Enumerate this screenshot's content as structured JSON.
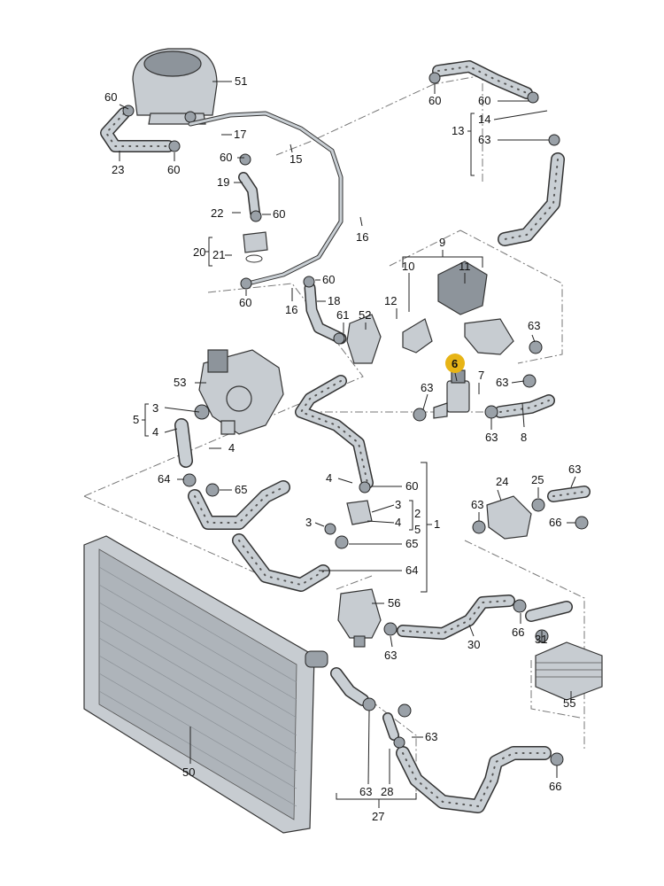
{
  "labels": [
    {
      "id": "p51",
      "text": "51"
    },
    {
      "id": "p60a",
      "text": "60"
    },
    {
      "id": "p23",
      "text": "23"
    },
    {
      "id": "p60b",
      "text": "60"
    },
    {
      "id": "p17",
      "text": "17"
    },
    {
      "id": "p60c",
      "text": "60"
    },
    {
      "id": "p15",
      "text": "15"
    },
    {
      "id": "p19",
      "text": "19"
    },
    {
      "id": "p22",
      "text": "22"
    },
    {
      "id": "p60d",
      "text": "60"
    },
    {
      "id": "p16a",
      "text": "16"
    },
    {
      "id": "p20",
      "text": "20"
    },
    {
      "id": "p21",
      "text": "21"
    },
    {
      "id": "p60e",
      "text": "60"
    },
    {
      "id": "p60f",
      "text": "60"
    },
    {
      "id": "p18",
      "text": "18"
    },
    {
      "id": "p16b",
      "text": "16"
    },
    {
      "id": "p61",
      "text": "61"
    },
    {
      "id": "p52",
      "text": "52"
    },
    {
      "id": "p60g",
      "text": "60"
    },
    {
      "id": "p60h",
      "text": "60"
    },
    {
      "id": "p14",
      "text": "14"
    },
    {
      "id": "p13",
      "text": "13"
    },
    {
      "id": "p63a",
      "text": "63"
    },
    {
      "id": "p9",
      "text": "9"
    },
    {
      "id": "p10",
      "text": "10"
    },
    {
      "id": "p11",
      "text": "11"
    },
    {
      "id": "p12",
      "text": "12"
    },
    {
      "id": "p63b",
      "text": "63"
    },
    {
      "id": "p6",
      "text": "6"
    },
    {
      "id": "p7",
      "text": "7"
    },
    {
      "id": "p63c",
      "text": "63"
    },
    {
      "id": "p63d",
      "text": "63"
    },
    {
      "id": "p63e",
      "text": "63"
    },
    {
      "id": "p8",
      "text": "8"
    },
    {
      "id": "p53",
      "text": "53"
    },
    {
      "id": "p5a",
      "text": "5"
    },
    {
      "id": "p3a",
      "text": "3"
    },
    {
      "id": "p4a",
      "text": "4"
    },
    {
      "id": "p4b",
      "text": "4"
    },
    {
      "id": "p64a",
      "text": "64"
    },
    {
      "id": "p65a",
      "text": "65"
    },
    {
      "id": "p4c",
      "text": "4"
    },
    {
      "id": "p60i",
      "text": "60"
    },
    {
      "id": "p3b",
      "text": "3"
    },
    {
      "id": "p2",
      "text": "2"
    },
    {
      "id": "p4d",
      "text": "4"
    },
    {
      "id": "p5b",
      "text": "5"
    },
    {
      "id": "p1",
      "text": "1"
    },
    {
      "id": "p3c",
      "text": "3"
    },
    {
      "id": "p65b",
      "text": "65"
    },
    {
      "id": "p64b",
      "text": "64"
    },
    {
      "id": "p24",
      "text": "24"
    },
    {
      "id": "p63f",
      "text": "63"
    },
    {
      "id": "p25",
      "text": "25"
    },
    {
      "id": "p63g",
      "text": "63"
    },
    {
      "id": "p66a",
      "text": "66"
    },
    {
      "id": "p56",
      "text": "56"
    },
    {
      "id": "p63h",
      "text": "63"
    },
    {
      "id": "p30",
      "text": "30"
    },
    {
      "id": "p66b",
      "text": "66"
    },
    {
      "id": "p31",
      "text": "31"
    },
    {
      "id": "p50",
      "text": "50"
    },
    {
      "id": "p55",
      "text": "55"
    },
    {
      "id": "p63i",
      "text": "63"
    },
    {
      "id": "p63j",
      "text": "63"
    },
    {
      "id": "p28",
      "text": "28"
    },
    {
      "id": "p27",
      "text": "27"
    },
    {
      "id": "p66c",
      "text": "66"
    }
  ],
  "highlight": {
    "text": "6",
    "color": "#e7b416"
  },
  "colors": {
    "hose": "#c9cfd4",
    "part": "#c7ccd1",
    "outline": "#333333"
  }
}
